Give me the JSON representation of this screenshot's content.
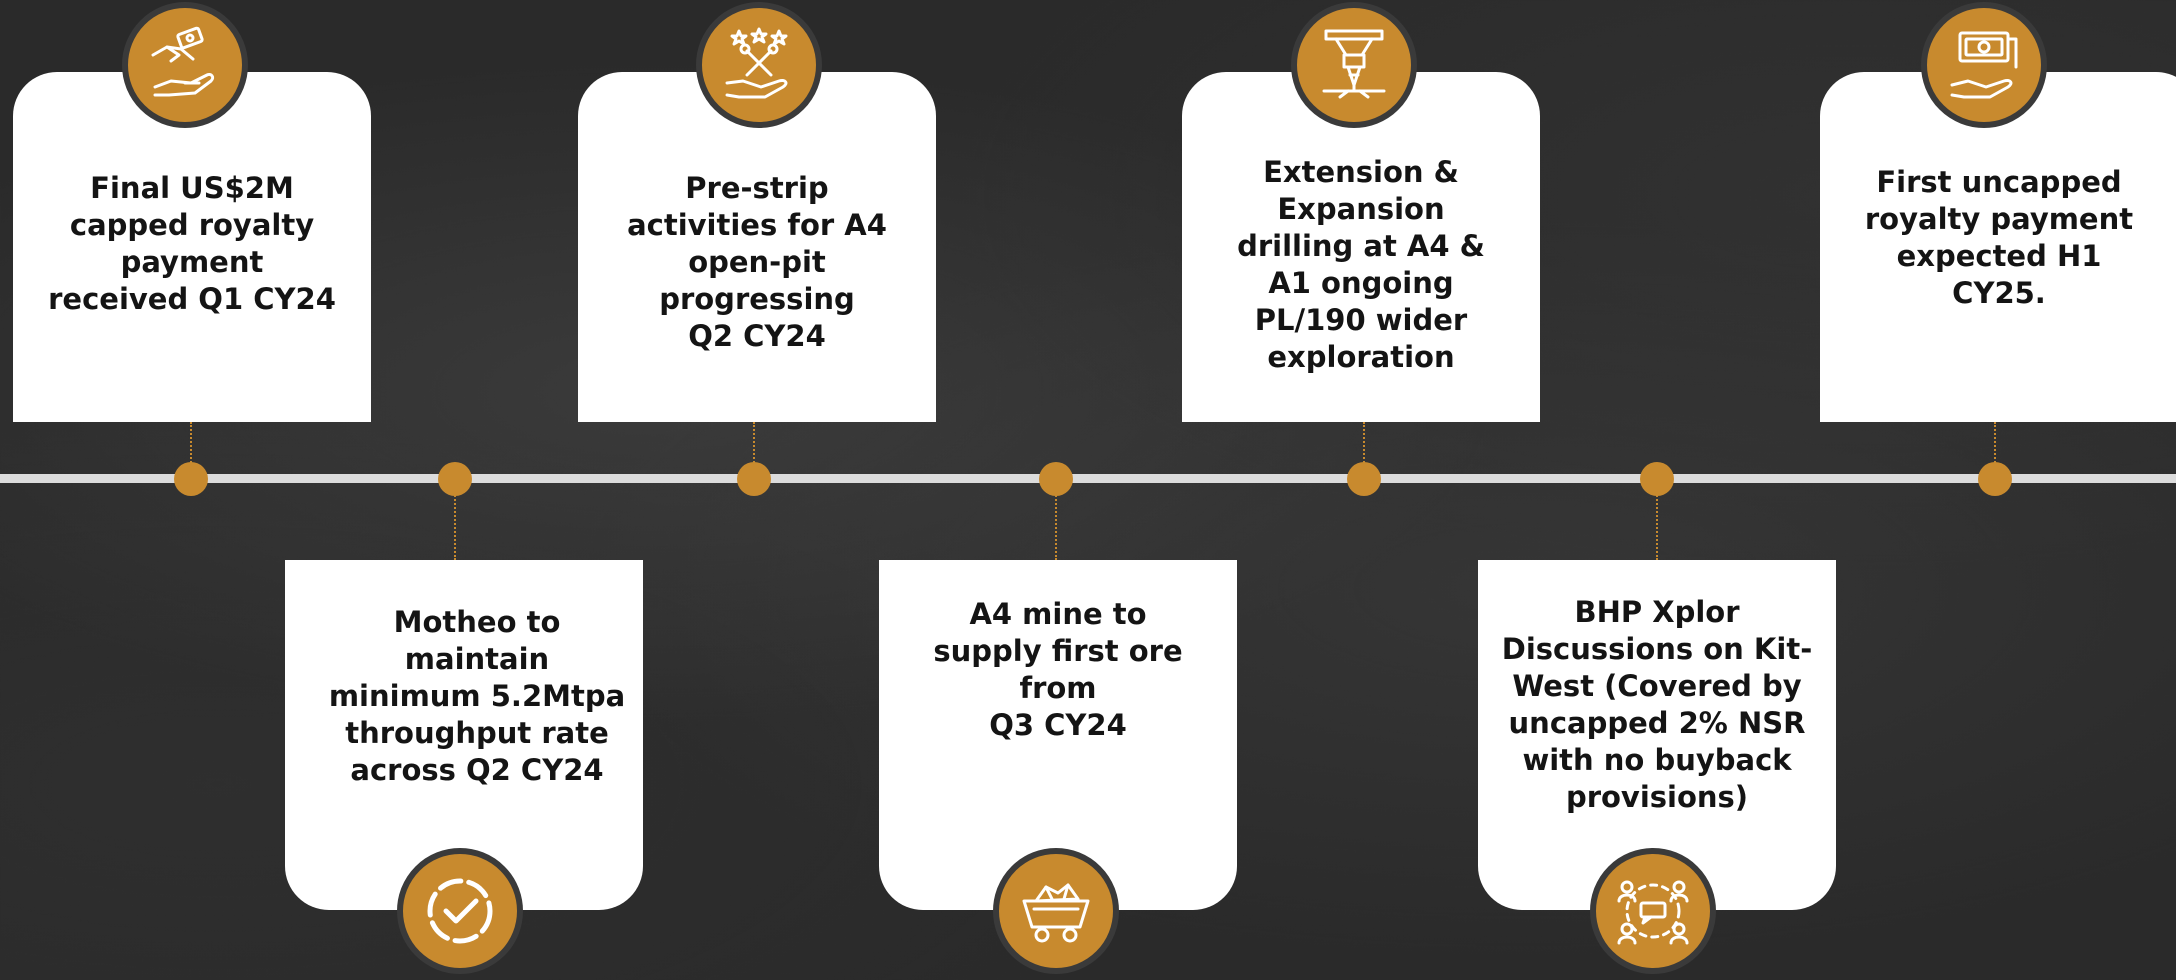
{
  "colors": {
    "accent": "#c88a2e",
    "line": "#dcdcdc",
    "card": "#ffffff",
    "text": "#141414",
    "background": "#2a2a2a"
  },
  "milestones": [
    {
      "text": "Final US$2M\ncapped royalty\npayment\nreceived Q1 CY24",
      "position": "above",
      "icon": "handshake-dollar-icon"
    },
    {
      "text": "Motheo to\nmaintain\nminimum 5.2Mtpa\nthroughput rate\nacross Q2 CY24",
      "position": "below",
      "icon": "circle-check-icon"
    },
    {
      "text": "Pre-strip\nactivities for A4\nopen-pit\nprogressing\nQ2 CY24",
      "position": "above",
      "icon": "tools-hand-stars-icon"
    },
    {
      "text": "A4 mine to\nsupply first ore\nfrom\nQ3 CY24",
      "position": "below",
      "icon": "ore-cart-icon"
    },
    {
      "text": "Extension &\nExpansion\ndrilling at A4 &\nA1 ongoing\nPL/190 wider\nexploration",
      "position": "above",
      "icon": "drill-rig-icon"
    },
    {
      "text": "BHP Xplor\nDiscussions on Kit-\nWest (Covered by\nuncapped 2% NSR\nwith no buyback\nprovisions)",
      "position": "below",
      "icon": "team-discussion-icon"
    },
    {
      "text": "First uncapped\nroyalty payment\nexpected H1\nCY25.",
      "position": "above",
      "icon": "hand-cash-icon"
    }
  ]
}
